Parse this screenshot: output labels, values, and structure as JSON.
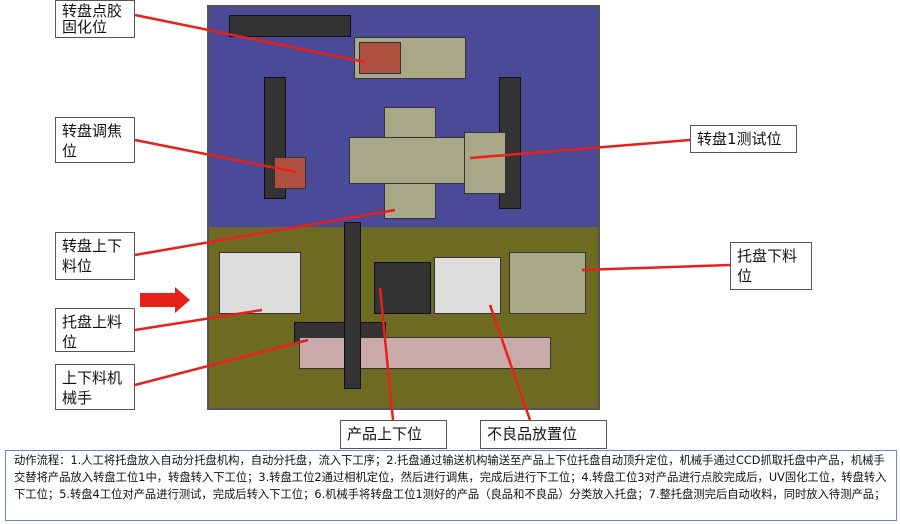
{
  "labels": {
    "dispense_cure": "转盘点胶固化位",
    "focus": "转盘调焦位",
    "test1": "转盘1测试位",
    "turntable_load": "转盘上下料位",
    "tray_unload": "托盘下料位",
    "tray_load": "托盘上料位",
    "robot": "上下料机械手",
    "product_load": "产品上下位",
    "reject": "不良品放置位"
  },
  "description": "动作流程：1.人工将托盘放入自动分托盘机构，自动分托盘，流入下工序；2.托盘通过输送机构输送至产品上下位托盘自动顶升定位，机械手通过CCD抓取托盘中产品，机械手交替将产品放入转盘工位1中，转盘转入下工位；3.转盘工位2通过相机定位，然后进行调焦，完成后进行下工位；4.转盘工位3对产品进行点胶完成后，UV固化工位，转盘转入下工位；5.转盘4工位对产品进行测试，完成后转入下工位；6.机械手将转盘工位1测好的产品（良品和不良品）分类放入托盘；7.整托盘测完后自动收料，同时放入待测产品；",
  "colors": {
    "arrow": "#e8201c",
    "top_plate": "#4a4a98",
    "bottom_plate": "#6f6a22"
  }
}
